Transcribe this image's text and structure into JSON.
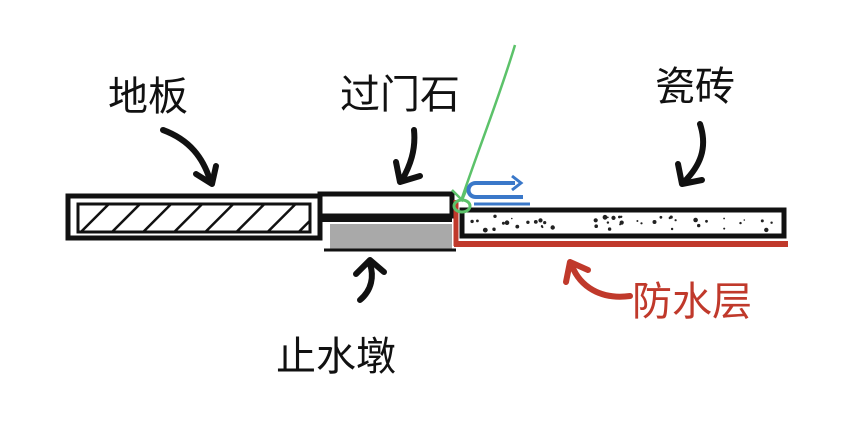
{
  "labels": {
    "floor": "地板",
    "threshold_stone": "过门石",
    "tile": "瓷砖",
    "water_stop_curb": "止水墩",
    "waterproof_layer": "防水层"
  },
  "colors": {
    "ink": "#111111",
    "waterproof": "#c0392b",
    "curb_fill": "#a9a9a9",
    "green_arrow": "#5cc26a",
    "blue_arrow": "#3a78c9"
  },
  "icons": {
    "label_arrows": "curved-arrow-icon",
    "water_flow": "u-turn-arrow-icon"
  }
}
